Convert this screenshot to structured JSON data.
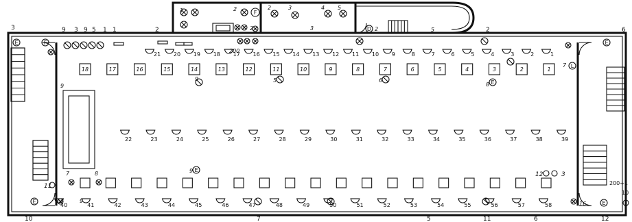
{
  "edge_labels": {
    "top": [
      {
        "key": "nw_corner",
        "text": "3"
      },
      {
        "key": "t_9a",
        "text": "9"
      },
      {
        "key": "t_3",
        "text": "3"
      },
      {
        "key": "t_9b",
        "text": "9"
      },
      {
        "key": "t_5",
        "text": "5"
      },
      {
        "key": "t_1a",
        "text": "1"
      },
      {
        "key": "t_1b",
        "text": "1"
      },
      {
        "key": "t_2a",
        "text": "2"
      },
      {
        "key": "t_2b",
        "text": "2"
      },
      {
        "key": "ne_corner",
        "text": "6"
      }
    ],
    "bottom": [
      {
        "key": "b_10",
        "text": "10"
      },
      {
        "key": "b_7",
        "text": "7"
      },
      {
        "key": "b_5",
        "text": "5"
      },
      {
        "key": "b_11",
        "text": "11"
      },
      {
        "key": "b_6",
        "text": "6"
      },
      {
        "key": "b_12",
        "text": "12"
      }
    ],
    "right_note_top": "200+1",
    "right_note_bottom": "10"
  },
  "row1_numbers": [
    "1",
    "2",
    "3",
    "4",
    "5",
    "6",
    "7",
    "8",
    "9",
    "10",
    "11",
    "12",
    "13",
    "14",
    "15",
    "16",
    "17",
    "18",
    "19",
    "20",
    "21"
  ],
  "row2_numbers": [
    "22",
    "23",
    "24",
    "25",
    "26",
    "27",
    "28",
    "29",
    "30",
    "31",
    "32",
    "33",
    "34",
    "35",
    "36",
    "37",
    "38",
    "39"
  ],
  "row3_numbers": [
    "40",
    "41",
    "42",
    "43",
    "44",
    "45",
    "46",
    "47",
    "48",
    "49",
    "50",
    "51",
    "52",
    "53",
    "54",
    "55",
    "56",
    "57",
    "58"
  ],
  "station_numbers": [
    "1",
    "2",
    "3",
    "4",
    "5",
    "6",
    "7",
    "8",
    "9",
    "10",
    "11",
    "12",
    "13",
    "14",
    "15",
    "16",
    "17",
    "18"
  ],
  "annotations": {
    "upper_right_count": "12",
    "upper_right_suffix": "3",
    "lower_right_count": "12",
    "lower_right_suffix": "3",
    "left_count": "11",
    "hall_code": "200",
    "door_code_a": "2",
    "door_code_b": "2",
    "annex_upper_left": "1",
    "annex_upper_right": "2",
    "annex_center": "3",
    "annex_right_a": "4",
    "annex_right_b": "5",
    "annex_right_left": "2",
    "annex_right_mid": "3",
    "stair_code": "5",
    "marker_a": "9",
    "marker_b": "5",
    "marker_c": "6",
    "marker_d": "8",
    "marker_e": "7",
    "marker_f": "9",
    "marker_g": "8",
    "marker_h": "9",
    "marker_i": "7",
    "bottom_left_code": "9",
    "bottom_right_code": "16"
  }
}
